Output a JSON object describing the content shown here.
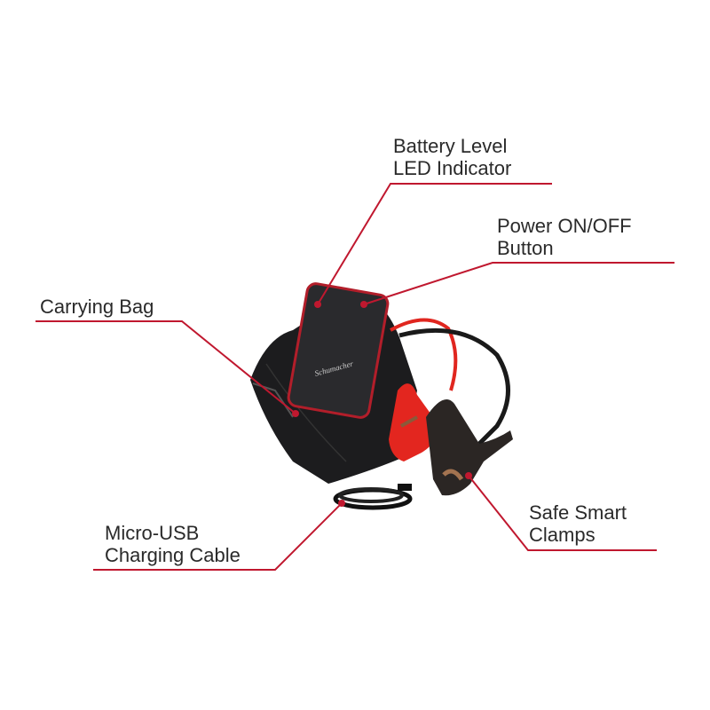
{
  "callout_color": "#c0182f",
  "callouts": {
    "battery_led": {
      "line1": "Battery Level",
      "line2": "LED Indicator"
    },
    "power_button": {
      "line1": "Power ON/OFF",
      "line2": "Button"
    },
    "carrying_bag": {
      "line1": "Carrying Bag"
    },
    "usb_cable": {
      "line1": "Micro-USB",
      "line2": "Charging Cable"
    },
    "clamps": {
      "line1": "Safe Smart",
      "line2": "Clamps"
    }
  }
}
